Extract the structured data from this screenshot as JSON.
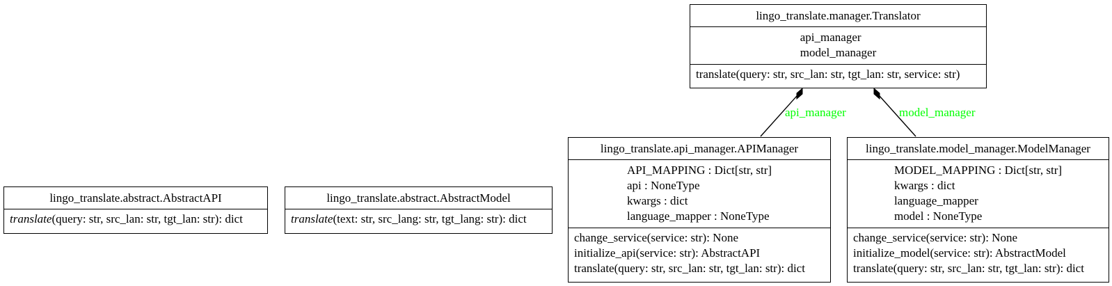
{
  "classes": {
    "translator": {
      "name": "lingo_translate.manager.Translator",
      "attributes": [
        "api_manager",
        "model_manager"
      ],
      "methods": [
        "translate(query: str, src_lan: str, tgt_lan: str, service: str)"
      ]
    },
    "api_manager": {
      "name": "lingo_translate.api_manager.APIManager",
      "attributes": [
        "API_MAPPING : Dict[str, str]",
        "api : NoneType",
        "kwargs : dict",
        "language_mapper : NoneType"
      ],
      "methods": [
        "change_service(service: str): None",
        "initialize_api(service: str): AbstractAPI",
        "translate(query: str, src_lan: str, tgt_lan: str): dict"
      ]
    },
    "model_manager": {
      "name": "lingo_translate.model_manager.ModelManager",
      "attributes": [
        "MODEL_MAPPING : Dict[str, str]",
        "kwargs : dict",
        "language_mapper",
        "model : NoneType"
      ],
      "methods": [
        "change_service(service: str): None",
        "initialize_model(service: str): AbstractModel",
        "translate(query: str, src_lan: str, tgt_lan: str): dict"
      ]
    },
    "abstract_api": {
      "name": "lingo_translate.abstract.AbstractAPI",
      "method_name": "translate",
      "method_rest": "(query: str, src_lan: str, tgt_lan: str): dict"
    },
    "abstract_model": {
      "name": "lingo_translate.abstract.AbstractModel",
      "method_name": "translate",
      "method_rest": "(text: str, src_lang: str, tgt_lang: str): dict"
    }
  },
  "edges": {
    "api_manager_label": "api_manager",
    "model_manager_label": "model_manager",
    "label_color": "#00ff00"
  }
}
